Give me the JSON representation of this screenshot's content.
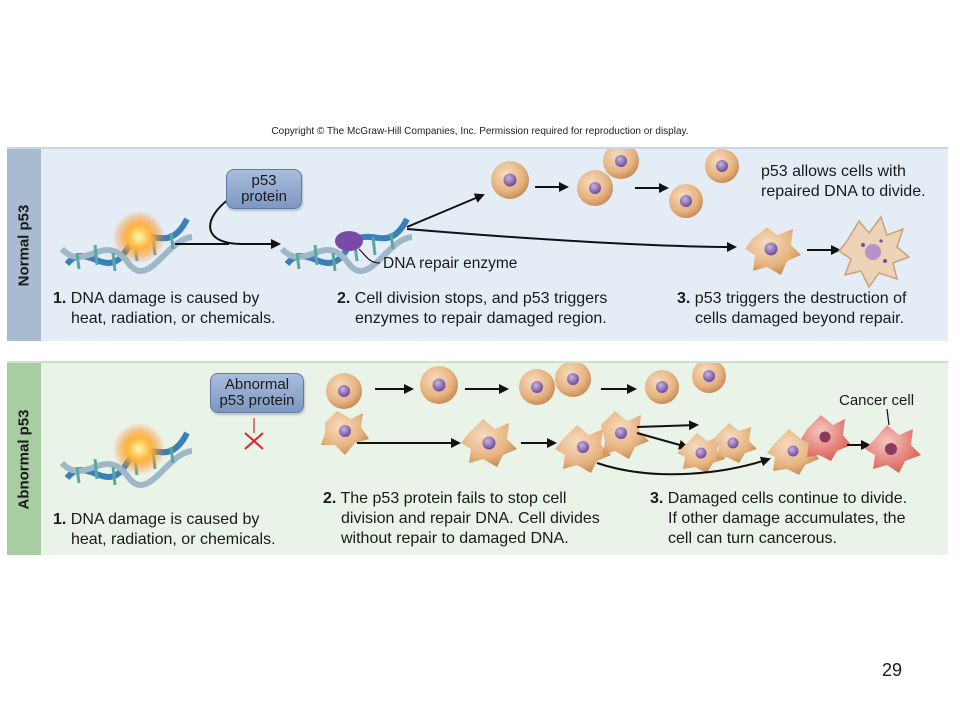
{
  "copyright": "Copyright © The McGraw-Hill Companies, Inc. Permission required for reproduction or display.",
  "normal": {
    "side_label": "Normal p53",
    "protein_line1": "p53",
    "protein_line2": "protein",
    "repair_label": "DNA repair enzyme",
    "divide_note_line1": "p53 allows cells with",
    "divide_note_line2": "repaired DNA to divide.",
    "step1_num": "1.",
    "step1_line1": "DNA damage is caused by",
    "step1_line2": "heat, radiation, or chemicals.",
    "step2_num": "2.",
    "step2_line1": "Cell division stops, and p53 triggers",
    "step2_line2": "enzymes to repair damaged region.",
    "step3_num": "3.",
    "step3_line1": "p53 triggers the destruction of",
    "step3_line2": "cells damaged beyond repair."
  },
  "abnormal": {
    "side_label": "Abnormal p53",
    "protein_line1": "Abnormal",
    "protein_line2": "p53 protein",
    "cancer_label": "Cancer cell",
    "step1_num": "1.",
    "step1_line1": "DNA damage is caused by",
    "step1_line2": "heat, radiation, or chemicals.",
    "step2_num": "2.",
    "step2_line1": "The p53 protein fails to stop cell",
    "step2_line2": "division and repair DNA. Cell divides",
    "step2_line3": "without repair to damaged DNA.",
    "step3_num": "3.",
    "step3_line1": "Damaged cells continue to divide.",
    "step3_line2": "If other damage accumulates, the",
    "step3_line3": "cell can turn cancerous."
  },
  "page_number": "29",
  "colors": {
    "cell": "#e6b37f",
    "nucleus": "#8a6ab0",
    "cancer_cell": "#e8867e",
    "inhibit_mark": "#d42a2a"
  }
}
